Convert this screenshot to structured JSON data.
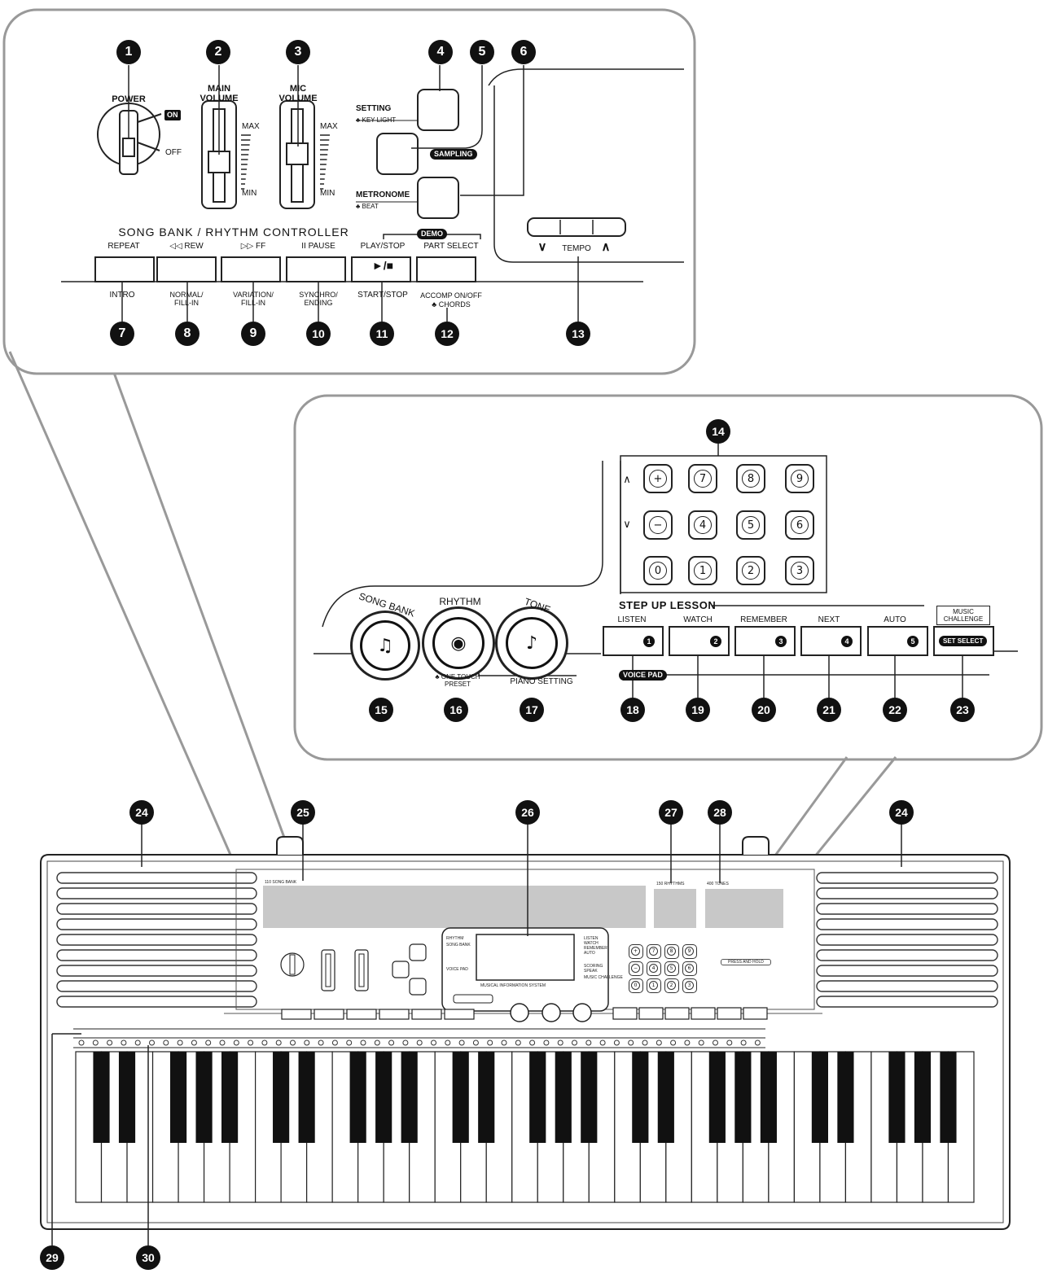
{
  "top_panel": {
    "power": {
      "label": "POWER",
      "on": "ON",
      "off": "OFF"
    },
    "main_volume": {
      "label": "MAIN VOLUME",
      "max": "MAX",
      "min": "MIN"
    },
    "mic_volume": {
      "label": "MIC VOLUME",
      "max": "MAX",
      "min": "MIN"
    },
    "setting": {
      "label": "SETTING",
      "sub": "KEY LIGHT"
    },
    "sampling": "SAMPLING",
    "metronome": {
      "label": "METRONOME",
      "sub": "BEAT"
    },
    "tempo": {
      "down": "∨",
      "label": "TEMPO",
      "up": "∧"
    },
    "controller_title": "SONG BANK / RHYTHM CONTROLLER",
    "demo": "DEMO",
    "buttons": [
      {
        "top": "REPEAT",
        "bottom": "INTRO"
      },
      {
        "top": "◁◁ REW",
        "bottom": "NORMAL/ FILL-IN"
      },
      {
        "top": "▷▷ FF",
        "bottom": "VARIATION/ FILL-IN"
      },
      {
        "top": "II PAUSE",
        "bottom": "SYNCHRO/ ENDING"
      },
      {
        "top": "PLAY/STOP",
        "symbol": "►/■",
        "bottom": "START/STOP"
      },
      {
        "top": "PART SELECT",
        "bottom": "ACCOMP ON/OFF",
        "bottom2": "CHORDS"
      }
    ]
  },
  "mid_panel": {
    "keypad_up": "∧",
    "keypad_down": "∨",
    "keypad": [
      "+",
      "7",
      "8",
      "9",
      "−",
      "4",
      "5",
      "6",
      "0",
      "1",
      "2",
      "3"
    ],
    "song_bank": {
      "label": "SONG BANK",
      "icon": "song-bank-icon"
    },
    "rhythm": {
      "label": "RHYTHM",
      "icon": "drum-icon",
      "sub": "ONE TOUCH PRESET"
    },
    "tone": {
      "label": "TONE",
      "icon": "violin-icon"
    },
    "piano_setting": "PIANO SETTING",
    "step_up_lesson": "STEP UP LESSON",
    "music_challenge": "MUSIC CHALLENGE",
    "lesson_buttons": [
      {
        "label": "LISTEN",
        "num": "1"
      },
      {
        "label": "WATCH",
        "num": "2"
      },
      {
        "label": "REMEMBER",
        "num": "3"
      },
      {
        "label": "NEXT",
        "num": "4"
      },
      {
        "label": "AUTO",
        "num": "5"
      }
    ],
    "set_select": "SET SELECT",
    "voice_pad": "VOICE PAD"
  },
  "keyboard": {
    "song_bank_list": "110 SONG BANK",
    "rhythms_list": "150 RHYTHMS",
    "tones_list": "400 TONES",
    "display_footer": "MUSICAL INFORMATION SYSTEM",
    "display_left": [
      "RHYTHM",
      "SONG BANK",
      "VOICE PAD"
    ],
    "display_right": [
      "LISTEN",
      "WATCH",
      "REMEMBER",
      "AUTO",
      "SCORING",
      "SPEAK",
      "MUSIC CHALLENGE"
    ],
    "press_and_hold": "PRESS AND HOLD",
    "white_keys": 35,
    "black_key_pattern": [
      1,
      1,
      0,
      1,
      1,
      1,
      0
    ]
  },
  "callouts": [
    "1",
    "2",
    "3",
    "4",
    "5",
    "6",
    "7",
    "8",
    "9",
    "10",
    "11",
    "12",
    "13",
    "14",
    "15",
    "16",
    "17",
    "18",
    "19",
    "20",
    "21",
    "22",
    "23",
    "24",
    "25",
    "26",
    "27",
    "28",
    "24",
    "29",
    "30"
  ]
}
